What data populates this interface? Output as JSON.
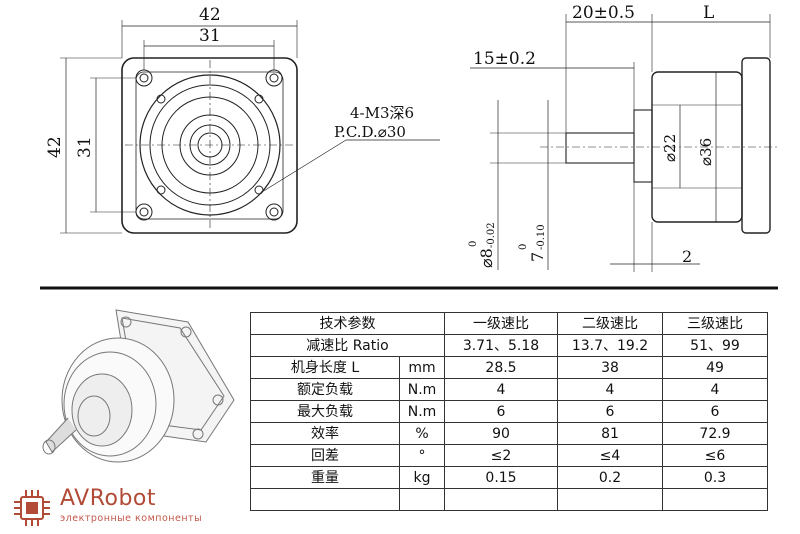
{
  "drawing": {
    "front_view": {
      "dim_width_outer": "42",
      "dim_width_inner": "31",
      "dim_height_outer": "42",
      "dim_height_inner": "31",
      "hole_note_line1": "4-M3深6",
      "hole_note_line2": "P.C.D.⌀30"
    },
    "side_view": {
      "dim_flange": "20±0.5",
      "dim_length": "L",
      "dim_shaft_len": "15±0.2",
      "dim_d22": "⌀22",
      "dim_d36": "⌀36",
      "dim_shaft_dia": "⌀8",
      "dim_shaft_dia_tol_upper": "0",
      "dim_shaft_dia_tol_lower": "-0.02",
      "dim_flat": "7",
      "dim_flat_tol_upper": "0",
      "dim_flat_tol_lower": "-0.10",
      "dim_step": "2"
    }
  },
  "table": {
    "header": [
      "技术参数",
      "一级速比",
      "二级速比",
      "三级速比"
    ],
    "rows": [
      {
        "param": "减速比 Ratio",
        "unit": "",
        "v1": "3.71、5.18",
        "v2": "13.7、19.2",
        "v3": "51、99"
      },
      {
        "param": "机身长度 L",
        "unit": "mm",
        "v1": "28.5",
        "v2": "38",
        "v3": "49"
      },
      {
        "param": "额定负载",
        "unit": "N.m",
        "v1": "4",
        "v2": "4",
        "v3": "4"
      },
      {
        "param": "最大负载",
        "unit": "N.m",
        "v1": "6",
        "v2": "6",
        "v3": "6"
      },
      {
        "param": "效率",
        "unit": "%",
        "v1": "90",
        "v2": "81",
        "v3": "72.9"
      },
      {
        "param": "回差",
        "unit": "°",
        "v1": "≤2",
        "v2": "≤4",
        "v3": "≤6"
      },
      {
        "param": "重量",
        "unit": "kg",
        "v1": "0.15",
        "v2": "0.2",
        "v3": "0.3"
      },
      {
        "param": "",
        "unit": "",
        "v1": "",
        "v2": "",
        "v3": ""
      }
    ]
  },
  "logo": {
    "brand": "AVRobot",
    "subtitle": "электронные компоненты",
    "color": "#b14a36"
  }
}
